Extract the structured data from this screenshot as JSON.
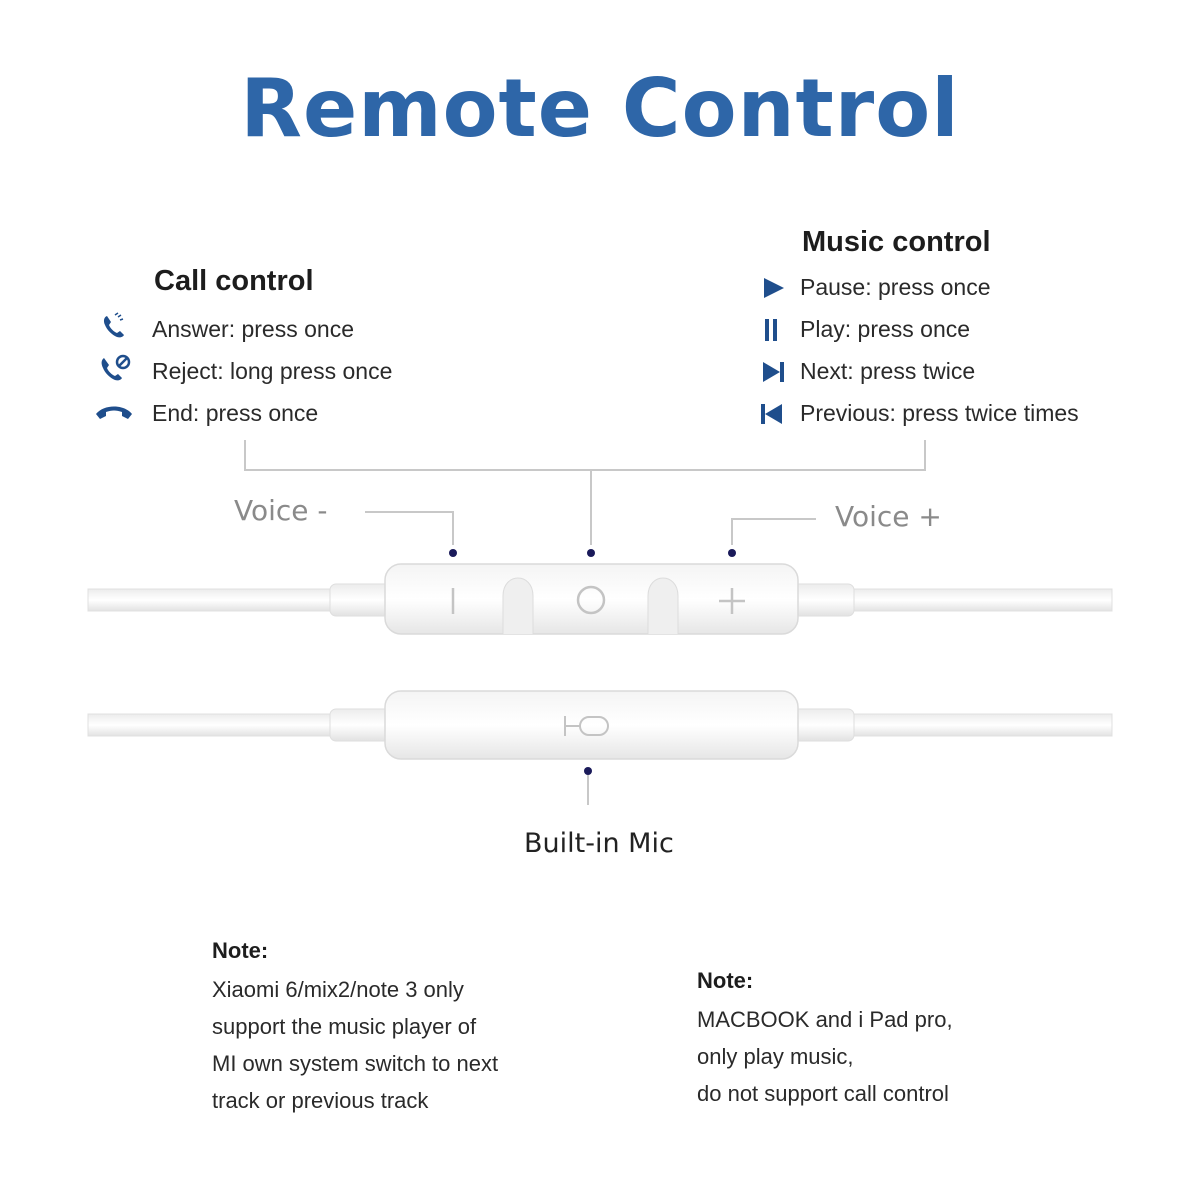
{
  "title": "Remote Control",
  "call_control": {
    "heading": "Call control",
    "items": [
      {
        "icon": "phone-answer-icon",
        "text": "Answer: press once"
      },
      {
        "icon": "phone-reject-icon",
        "text": "Reject: long press once"
      },
      {
        "icon": "phone-hangup-icon",
        "text": "End: press once"
      }
    ]
  },
  "music_control": {
    "heading": "Music control",
    "items": [
      {
        "icon": "play-icon",
        "text": "Pause: press once"
      },
      {
        "icon": "pause-icon",
        "text": "Play: press once"
      },
      {
        "icon": "skip-next-icon",
        "text": "Next: press twice"
      },
      {
        "icon": "skip-previous-icon",
        "text": "Previous: press twice times"
      }
    ]
  },
  "remote": {
    "voice_minus_label": "Voice -",
    "voice_plus_label": "Voice +",
    "mic_label": "Built-in Mic"
  },
  "notes": {
    "left": {
      "heading": "Note:",
      "lines": [
        "Xiaomi 6/mix2/note 3 only",
        "support the music player of",
        "MI own system switch to next",
        "track or previous track"
      ]
    },
    "right": {
      "heading": "Note:",
      "lines": [
        "MACBOOK and i Pad pro,",
        "only play music,",
        "do not support call control"
      ]
    }
  },
  "colors": {
    "title": "#2e66a8",
    "icon_blue": "#1f4e8c",
    "dot": "#1a1a5a",
    "leader_line": "#c8c8c8"
  }
}
